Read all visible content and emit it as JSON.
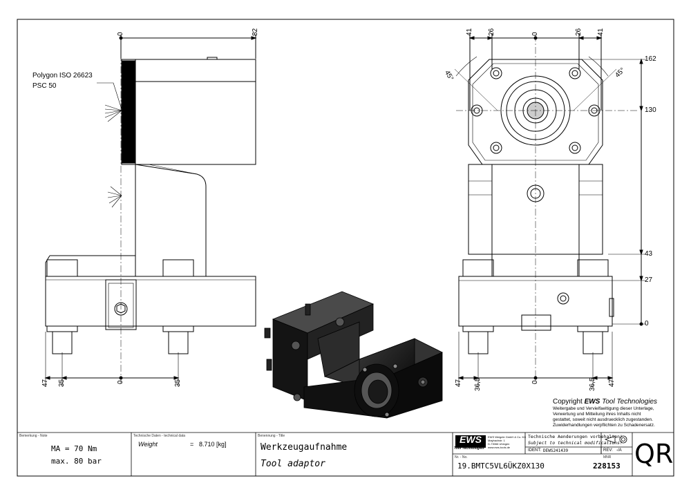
{
  "left_view": {
    "dim_top": [
      "0",
      "82"
    ],
    "dim_bottom": [
      "47",
      "35",
      "0",
      "35"
    ],
    "callout": [
      "Polygon ISO 26623",
      "PSC 50"
    ]
  },
  "right_view": {
    "dim_top": [
      "41",
      "26",
      "0",
      "26",
      "41"
    ],
    "dim_right": [
      "162",
      "130",
      "43",
      "27",
      "0"
    ],
    "dim_bottom": [
      "47",
      "36,5",
      "0",
      "36,5",
      "47"
    ],
    "angles": [
      "45°",
      "45°"
    ]
  },
  "copyright": {
    "prefix": "Copyright ",
    "brand": "EWS",
    "suffix": " Tool Technologies",
    "lines": [
      "Weitergabe und Vervielfaeltigung dieser Unterlage,",
      "Verwertung und Mitteilung ihres Inhalts nicht",
      "gestattet, soweit nicht ausdruecklich zugestanden.",
      "Zuwiderhandlungen verpflichten zu Schadenersatz."
    ]
  },
  "title_block": {
    "note_label": "Bemerkung - Note",
    "note_lines": [
      "MA = 70 Nm",
      "max. 80 bar"
    ],
    "tech_label": "Technische Daten - technical data",
    "weight_label": "Weight",
    "weight_eq": "=",
    "weight_value": "8.710 [kg]",
    "title_label": "Benennung - Title",
    "title_de": "Werkzeugaufnahme",
    "title_en": "Tool adaptor",
    "logo": "EWS",
    "logo_sub": "Tool Technologies",
    "company": [
      "EWS Weigele GmbH & Co. KG",
      "Maybachstr. 1",
      "D-73066 Uhingen",
      "www.ews-tools.de"
    ],
    "notice_de": "Technische Aenderungen vorbehalten!",
    "notice_en": "Subject to technical modifications!",
    "ident_label": "IDENT:",
    "ident_value": "DEWS241439",
    "rev_label": "REV:",
    "rev_value": "-/A",
    "nr_label": "Nr. - No.",
    "part_no": "19.BMTC5VL6ÜKZ0X130",
    "mnr_label": "MNR",
    "mnr_value": "228153",
    "qr": "QR"
  },
  "colors": {
    "line": "#000000",
    "body": "#111111",
    "highlight": "#6a6a6a"
  }
}
